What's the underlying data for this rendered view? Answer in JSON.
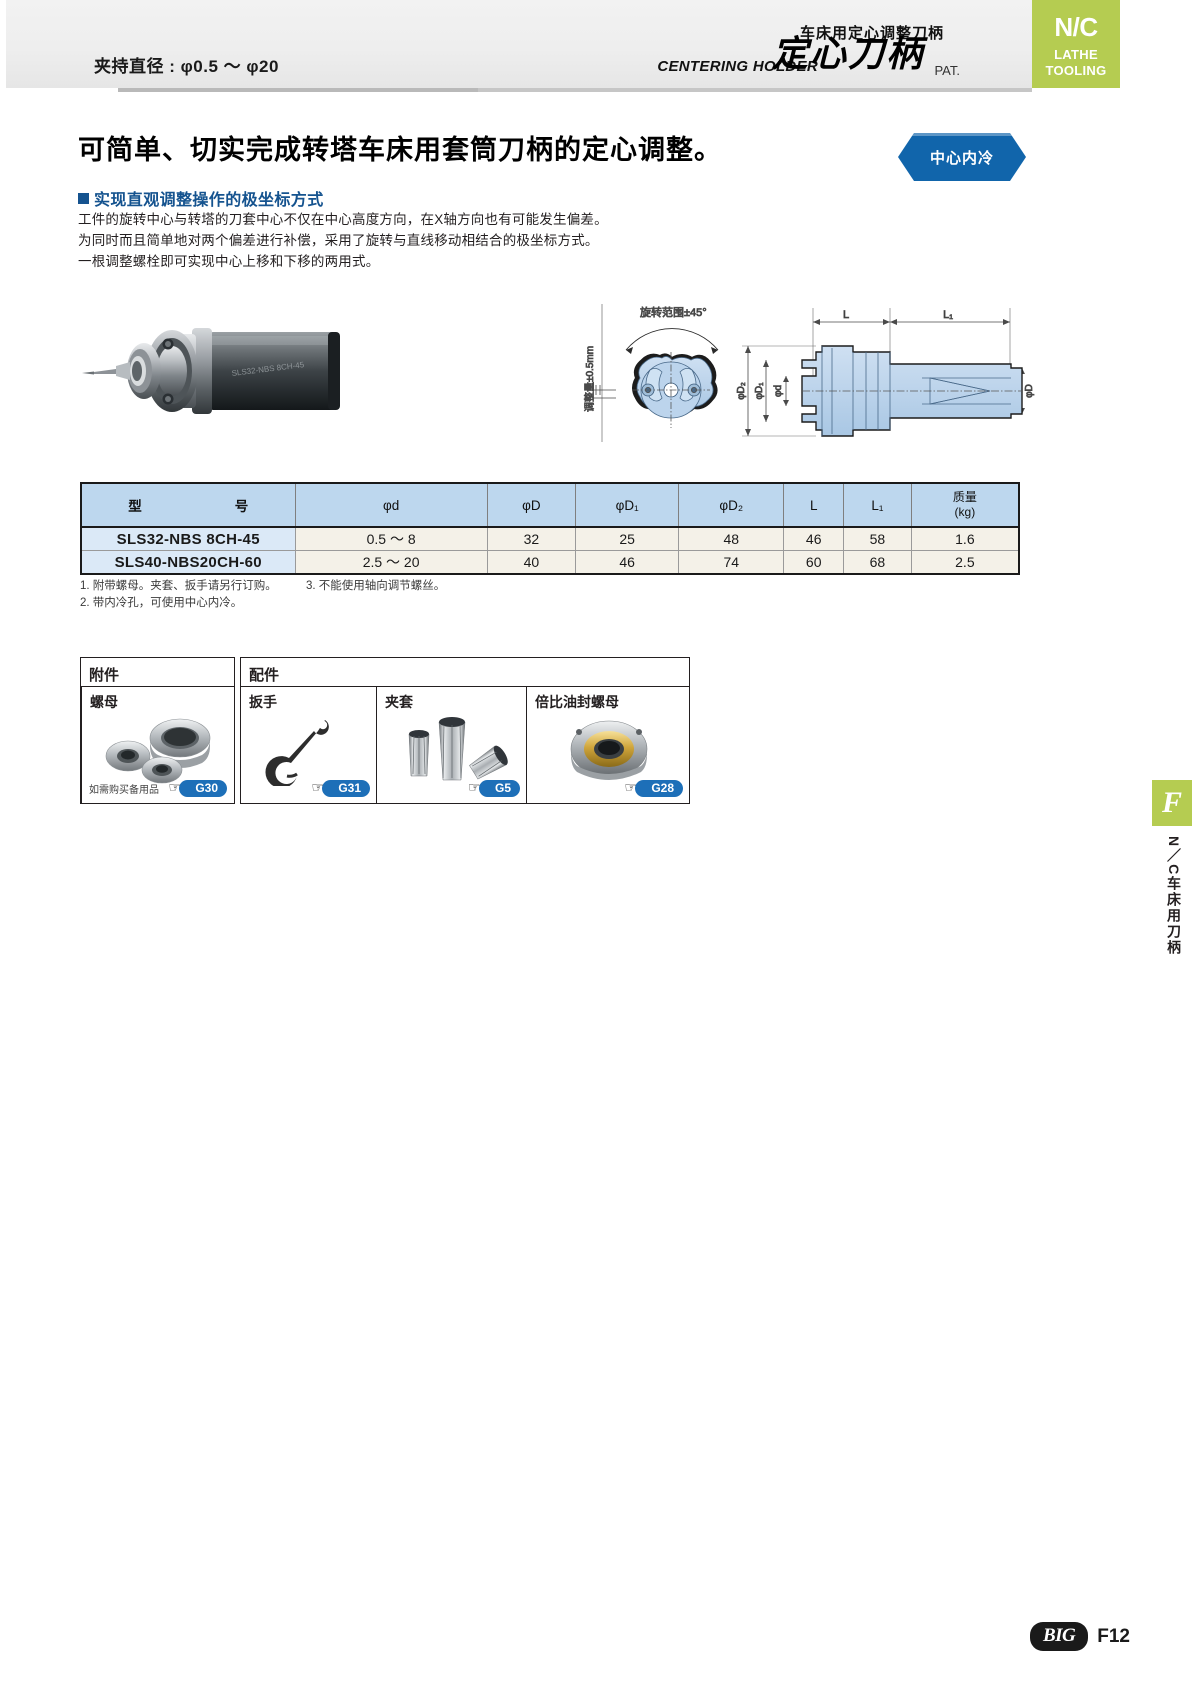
{
  "header": {
    "clamp_range": "夹持直径 : φ0.5 ～ φ20",
    "subtitle_cn": "车床用定心调整刀柄",
    "title_en": "CENTERING HOLDER",
    "title_cn": "定心刀柄",
    "patent": "PAT.",
    "tab_main": "N/C",
    "tab_sub1": "LATHE",
    "tab_sub2": "TOOLING"
  },
  "headline": "可简单、切实完成转塔车床用套筒刀柄的定心调整。",
  "badge": "中心内冷",
  "section": {
    "heading": "实现直观调整操作的极坐标方式",
    "line1": "工件的旋转中心与转塔的刀套中心不仅在中心高度方向，在X轴方向也有可能发生偏差。",
    "line2": "为同时而且简单地对两个偏差进行补偿，采用了旋转与直线移动相结合的极坐标方式。",
    "line3": "一根调整螺栓即可实现中心上移和下移的两用式。"
  },
  "diagram": {
    "adjust_label": "调整量±0.5mm",
    "rotate_label": "旋转范围±45°",
    "dim_L": "L",
    "dim_L1": "L₁",
    "dim_phiD2": "φD₂",
    "dim_phiD1": "φD₁",
    "dim_phid": "φd",
    "dim_phiD": "φD"
  },
  "table": {
    "headers": [
      "型　　号",
      "φd",
      "φD",
      "φD₁",
      "φD₂",
      "L",
      "L₁"
    ],
    "mass_header_line1": "质量",
    "mass_header_line2": "(kg)",
    "rows": [
      {
        "model": "SLS32-NBS  8CH-45",
        "phid": "0.5 ～ 8",
        "phiD": "32",
        "phiD1": "25",
        "phiD2": "48",
        "L": "46",
        "L1": "58",
        "mass": "1.6"
      },
      {
        "model": "SLS40-NBS20CH-60",
        "phid": "2.5 ～ 20",
        "phiD": "40",
        "phiD1": "46",
        "phiD2": "74",
        "L": "60",
        "L1": "68",
        "mass": "2.5"
      }
    ]
  },
  "notes": {
    "n1": "1. 附带螺母。夹套、扳手请另行订购。",
    "n2": "2. 带内冷孔，可使用中心内冷。",
    "n3": "3. 不能使用轴向调节螺丝。"
  },
  "accessories": {
    "included_title": "附件",
    "optional_title": "配件",
    "included": [
      {
        "label": "螺母",
        "ref": "G30",
        "buy_note": "如需购买备用品"
      }
    ],
    "optional": [
      {
        "label": "扳手",
        "ref": "G31"
      },
      {
        "label": "夹套",
        "ref": "G5"
      },
      {
        "label": "倍比油封螺母",
        "ref": "G28"
      }
    ]
  },
  "side_tab": {
    "letter": "F",
    "text": "N／C车床用刀柄"
  },
  "footer": {
    "logo": "BIG",
    "page": "F12"
  },
  "colors": {
    "green": "#b5cc51",
    "blue": "#1165ab",
    "header_blue": "#15538f",
    "table_head": "#bdd7ee"
  }
}
